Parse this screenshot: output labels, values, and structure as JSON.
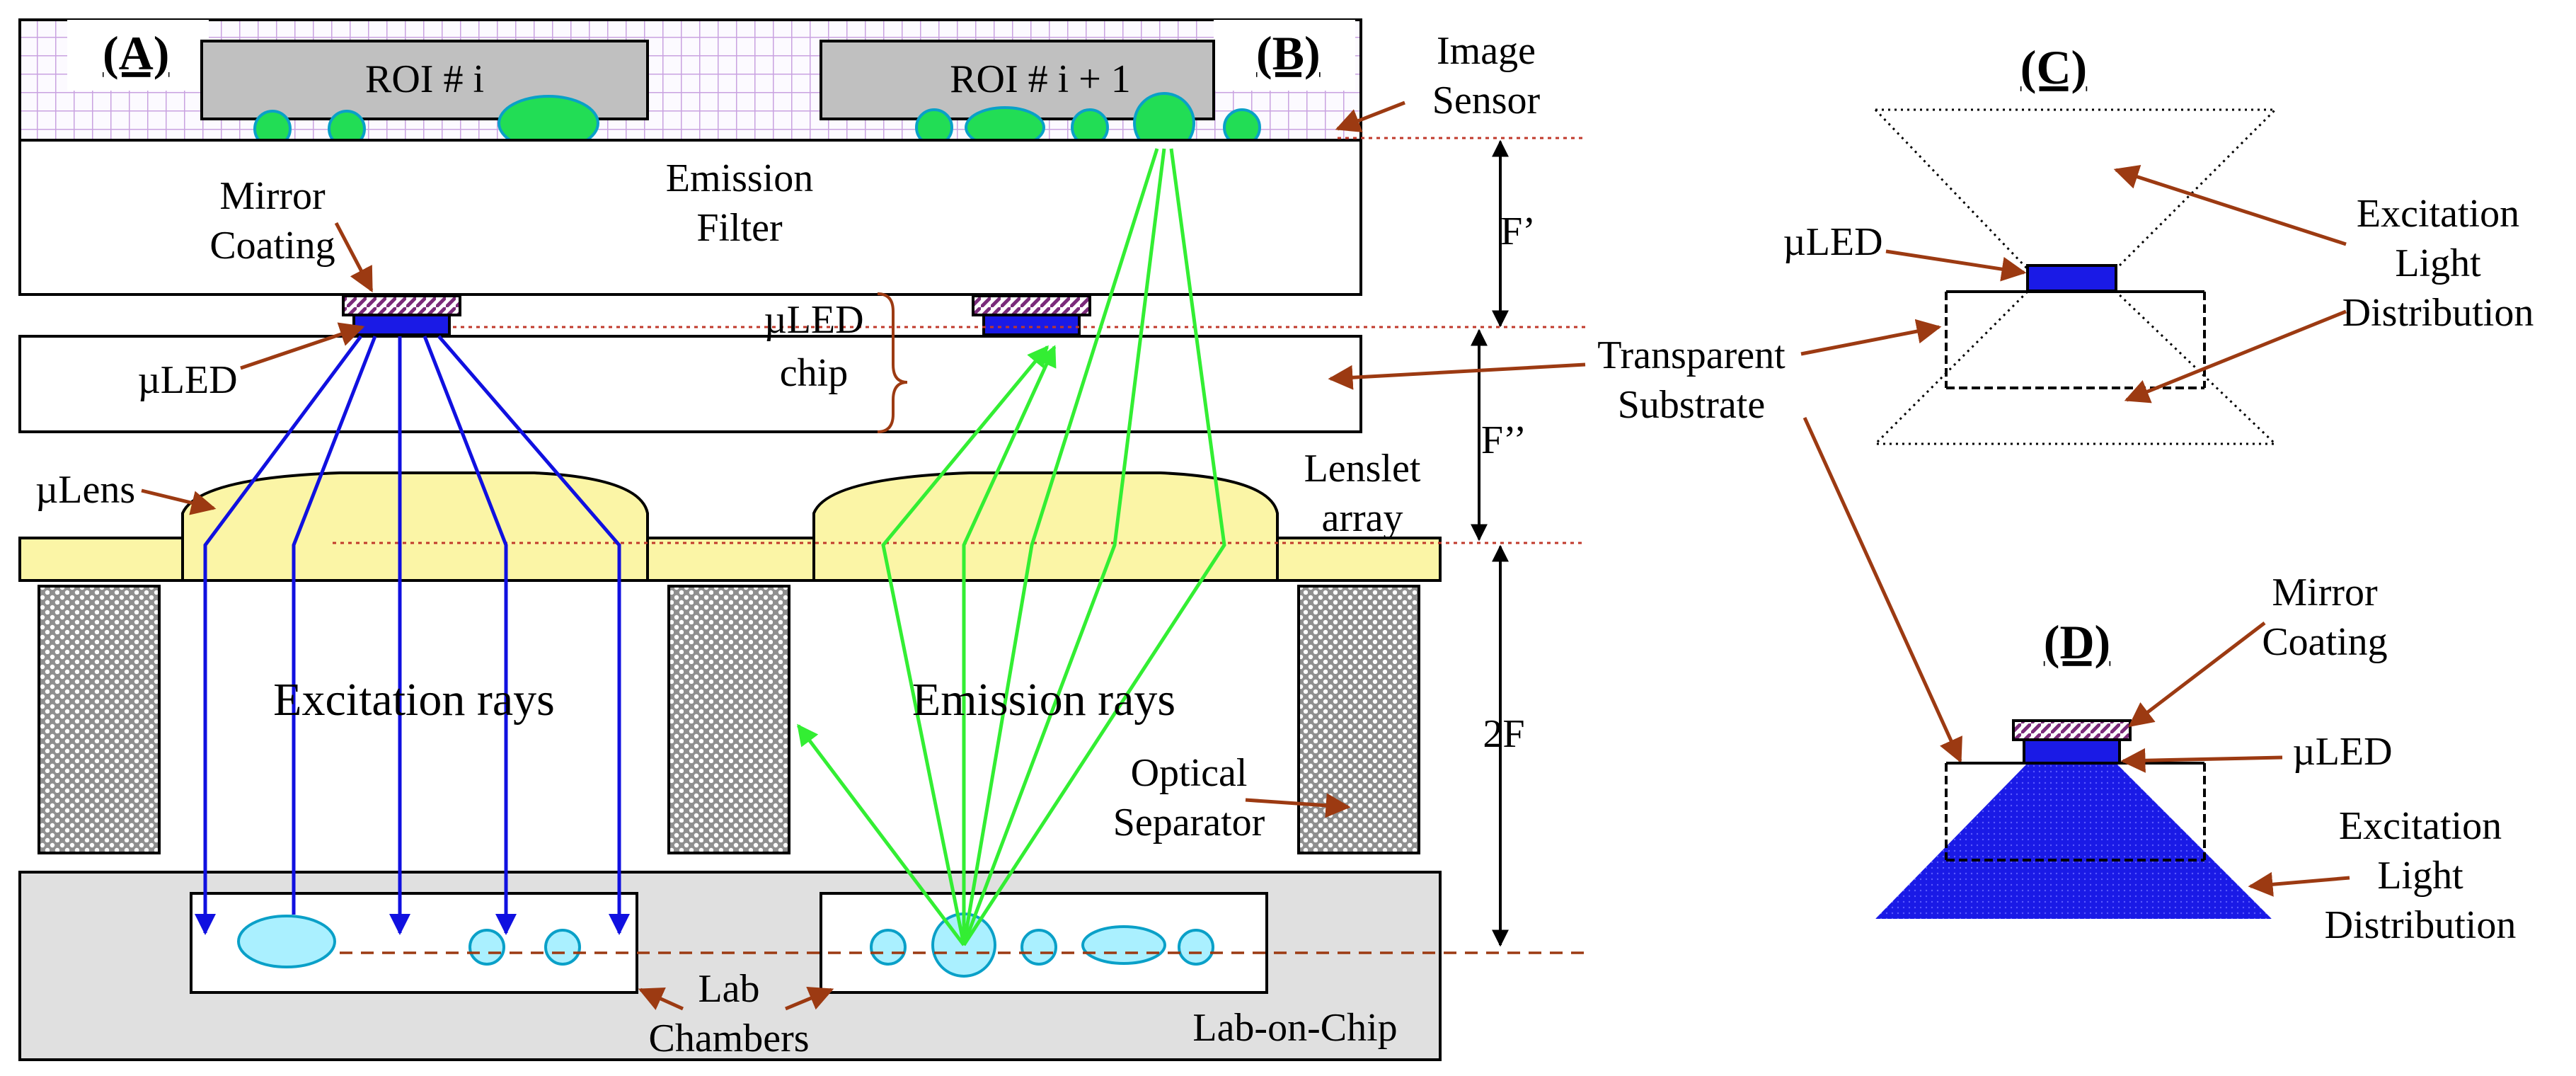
{
  "panels": {
    "a": "(A)",
    "b": "(B)",
    "c": "(C)",
    "d": "(D)"
  },
  "labels": {
    "roi_i": "ROI # i",
    "roi_i1": "ROI # i + 1",
    "image_sensor": [
      "Image",
      "Sensor"
    ],
    "emission_filter": [
      "Emission",
      "Filter"
    ],
    "mirror_coating": [
      "Mirror",
      "Coating"
    ],
    "uled": "µLED",
    "uled_chip": [
      "µLED",
      "chip"
    ],
    "ulens": "µLens",
    "lenslet_array": [
      "Lenslet",
      "array"
    ],
    "f_prime": "F’",
    "f_dprime": "F’’",
    "two_f": "2F",
    "excitation_rays": "Excitation rays",
    "emission_rays": "Emission rays",
    "optical_separator": [
      "Optical",
      "Separator"
    ],
    "lab_chambers": [
      "Lab",
      "Chambers"
    ],
    "lab_on_chip": "Lab-on-Chip",
    "transparent_substrate": [
      "Transparent",
      "Substrate"
    ],
    "excitation_light_distribution": [
      "Excitation",
      "Light",
      "Distribution"
    ],
    "d_mirror_coating": [
      "Mirror",
      "Coating"
    ],
    "d_uled": "µLED",
    "d_excitation_light_distribution": [
      "Excitation",
      "Light",
      "Distribution"
    ]
  },
  "colors": {
    "excitation": "#1010e0",
    "emission": "#33ee33",
    "annotation_arrow": "#9c3a12",
    "dotted_line": "#c0392b",
    "sensor_grid": "#c9a2e0",
    "roi_fill": "#c0c0c0",
    "lens_fill": "#fbf5a6",
    "chamber_blob": "#aaf0ff",
    "lab_chip_fill": "#e0e0e0",
    "emitter": "#22dd55"
  }
}
